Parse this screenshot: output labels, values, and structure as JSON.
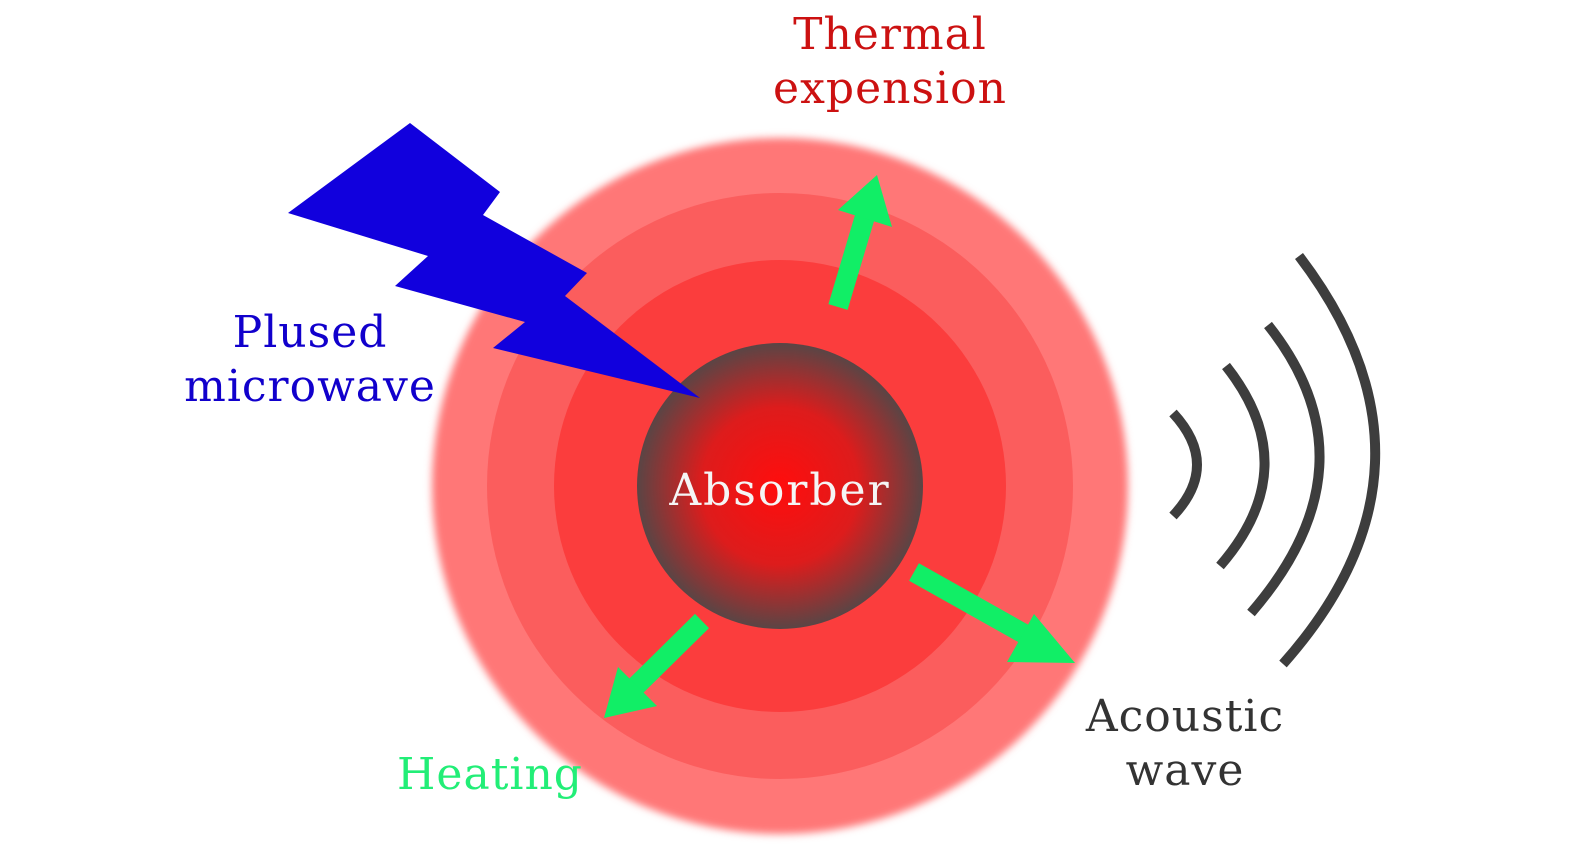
{
  "labels": {
    "thermal": {
      "line1": "Thermal",
      "line2": "expension"
    },
    "pulsed": {
      "line1": "Plused",
      "line2": "microwave"
    },
    "absorber": "Absorber",
    "heating": "Heating",
    "acoustic": {
      "line1": "Acoustic",
      "line2": "wave"
    }
  },
  "colors": {
    "thermal_text": "#cc1111",
    "pulsed_text": "#1100cc",
    "lightning": "#1100dd",
    "heating_text": "#22ee77",
    "arrow": "#11ee66",
    "acoustic_text": "#333333",
    "wave": "#3d3d3d",
    "absorber_text": "#f5f5f5",
    "ring_outer": "#ff7777",
    "ring_middle": "#fb5d5d",
    "ring_inner": "#fb3d3d",
    "core_center": "#ff0d0d",
    "core_edge": "#5a4545"
  }
}
